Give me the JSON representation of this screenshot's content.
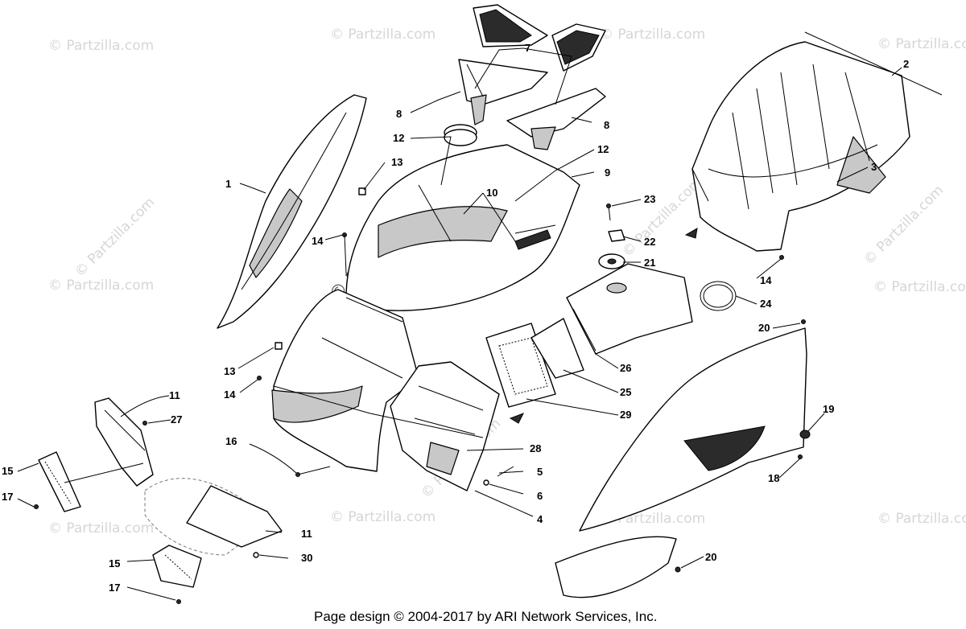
{
  "watermark": {
    "small": "© Partzilla.com",
    "big": "© Partzilla.com"
  },
  "footer": "Page design © 2004-2017 by ARI Network Services, Inc.",
  "callouts": [
    "1",
    "2",
    "3",
    "4",
    "5",
    "6",
    "7",
    "8",
    "9",
    "10",
    "11",
    "12",
    "13",
    "14",
    "15",
    "16",
    "17",
    "18",
    "19",
    "20",
    "21",
    "22",
    "23",
    "24",
    "25",
    "26",
    "27",
    "28",
    "29",
    "30"
  ]
}
